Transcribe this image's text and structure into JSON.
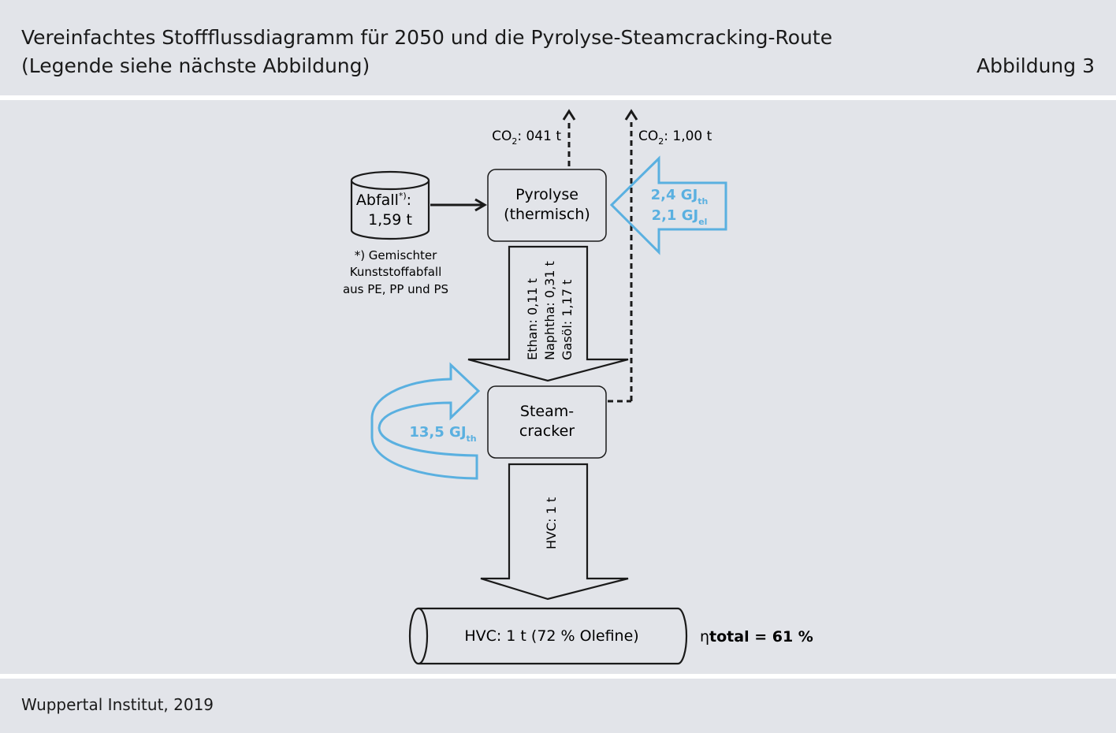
{
  "header": {
    "title_line1": "Vereinfachtes Stoffflussdiagramm für 2050 und die Pyrolyse-Steamcracking-Route",
    "title_line2": "(Legende siehe nächste Abbildung)",
    "figure_label": "Abbildung 3"
  },
  "diagram": {
    "waste_label": "Abfall",
    "waste_sup": "*)",
    "waste_colon": ":",
    "waste_amount": "1,59 t",
    "footnote_lines": [
      "*) Gemischter",
      "Kunststoffabfall",
      "aus PE, PP und PS"
    ],
    "pyrolysis_line1": "Pyrolyse",
    "pyrolysis_line2": "(thermisch)",
    "co2_left_prefix": "CO",
    "co2_left_sub": "2",
    "co2_left_value": ": 041 t",
    "co2_right_prefix": "CO",
    "co2_right_sub": "2",
    "co2_right_value": ": 1,00 t",
    "energy_th_value": "2,4 GJ",
    "energy_th_sub": "th",
    "energy_el_value": "2,1 GJ",
    "energy_el_sub": "el",
    "products": [
      "Ethan: 0,11 t",
      "Naphtha: 0,31 t",
      "Gasöl: 1,17 t"
    ],
    "steamcracker_line1": "Steam-",
    "steamcracker_line2": "cracker",
    "recycle_energy_value": "13,5 GJ",
    "recycle_energy_sub": "th",
    "hvc_flow": "HVC: 1 t",
    "hvc_product": "HVC: 1 t (72 % Olefine)",
    "efficiency_eta": "η",
    "efficiency_label": "total = 61 %"
  },
  "footer": {
    "source": "Wuppertal Institut, 2019"
  },
  "colors": {
    "background": "#e2e4e9",
    "accent_blue": "#5ab0e0",
    "line": "#1a1a1a",
    "box_fill": "#e2e4e9"
  }
}
